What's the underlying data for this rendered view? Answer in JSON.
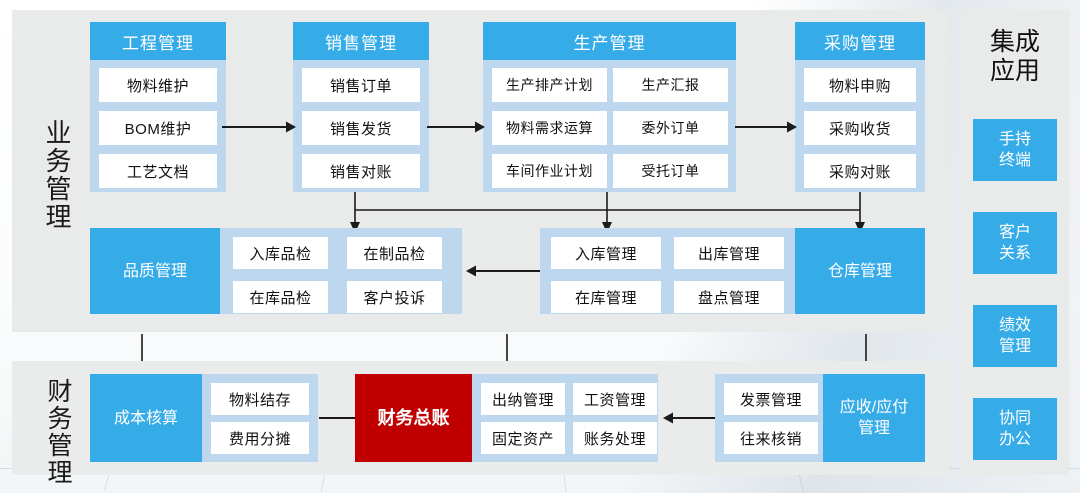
{
  "diagram": {
    "sections": [
      {
        "id": "business",
        "label": "业务管理"
      },
      {
        "id": "finance",
        "label": "财务管理"
      }
    ],
    "colors": {
      "accent_blue": "#35ACE8",
      "card_blue": "#bdd7ee",
      "panel_gray": "#e9eaea",
      "accent_red": "#C00000",
      "tile_white": "#ffffff",
      "text_dark": "#111111"
    }
  },
  "business_row1": [
    {
      "title": "工程管理",
      "tiles": [
        "物料维护",
        "BOM维护",
        "工艺文档"
      ],
      "columns": 1
    },
    {
      "title": "销售管理",
      "tiles": [
        "销售订单",
        "销售发货",
        "销售对账"
      ],
      "columns": 1
    },
    {
      "title": "生产管理",
      "tiles": [
        "生产排产计划",
        "生产汇报",
        "物料需求运算",
        "委外订单",
        "车间作业计划",
        "受托订单"
      ],
      "columns": 2
    },
    {
      "title": "采购管理",
      "tiles": [
        "物料申购",
        "采购收货",
        "采购对账"
      ],
      "columns": 1
    }
  ],
  "business_row2": {
    "quality": {
      "title": "品质管理",
      "tiles": [
        "入库品检",
        "在制品检",
        "在库品检",
        "客户投诉"
      ]
    },
    "warehouse": {
      "title": "仓库管理",
      "tiles": [
        "入库管理",
        "出库管理",
        "在库管理",
        "盘点管理"
      ]
    }
  },
  "finance_row": {
    "cost": {
      "title": "成本核算",
      "tiles": [
        "物料结存",
        "费用分摊"
      ]
    },
    "ledger": {
      "title": "财务总账",
      "tiles": [
        "出纳管理",
        "工资管理",
        "固定资产",
        "账务处理"
      ]
    },
    "receivable": {
      "title": "应收/应付管理",
      "title_line1": "应收/应付",
      "title_line2": "管理",
      "tiles": [
        "发票管理",
        "往来核销"
      ]
    }
  },
  "integration": {
    "title_line1": "集成",
    "title_line2": "应用",
    "items": [
      {
        "line1": "手持",
        "line2": "终端"
      },
      {
        "line1": "客户",
        "line2": "关系"
      },
      {
        "line1": "绩效",
        "line2": "管理"
      },
      {
        "line1": "协同",
        "line2": "办公"
      }
    ]
  }
}
